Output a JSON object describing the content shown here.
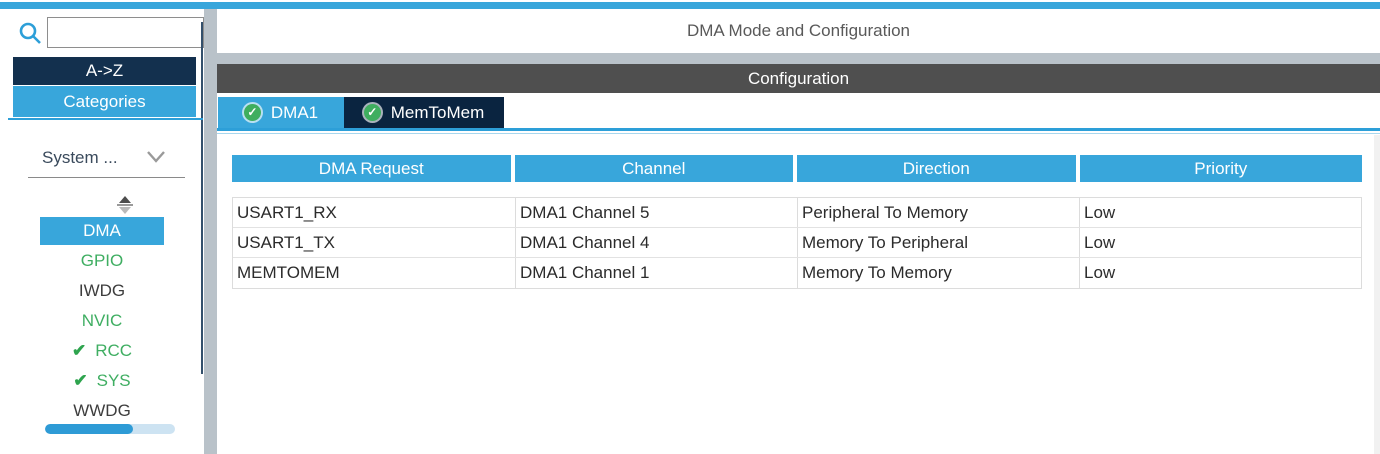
{
  "icons": {
    "tab_check": "✓",
    "item_check": "✔"
  },
  "colors": {
    "accent_blue": "#38a6db",
    "dark_navy": "#13304e",
    "tab_navy": "#0a2440",
    "config_gray": "#4f4f4f",
    "strip_gray": "#b9c2c9",
    "green_text": "#3fae62",
    "check_green": "#2ea44e",
    "progress_fill": "#2e9bd6",
    "progress_track": "#cde3f2"
  },
  "topbar": {
    "title": "DMA Mode and Configuration"
  },
  "sidebar": {
    "search": {
      "value": "",
      "placeholder": ""
    },
    "sort_button": "A->Z",
    "categories_button": "Categories",
    "category_dropdown": "System ...",
    "items": [
      {
        "label": "DMA",
        "state": "selected",
        "checked": false
      },
      {
        "label": "GPIO",
        "state": "green",
        "checked": false
      },
      {
        "label": "IWDG",
        "state": "normal",
        "checked": false
      },
      {
        "label": "NVIC",
        "state": "green",
        "checked": false
      },
      {
        "label": "RCC",
        "state": "green",
        "checked": true
      },
      {
        "label": "SYS",
        "state": "green",
        "checked": true
      },
      {
        "label": "WWDG",
        "state": "normal",
        "checked": false
      }
    ],
    "progress_percent": 68
  },
  "main": {
    "section_title": "Configuration",
    "tabs": [
      {
        "label": "DMA1",
        "active": true
      },
      {
        "label": "MemToMem",
        "active": false
      }
    ],
    "table": {
      "columns": [
        "DMA Request",
        "Channel",
        "Direction",
        "Priority"
      ],
      "rows": [
        [
          "USART1_RX",
          "DMA1 Channel 5",
          "Peripheral To Memory",
          "Low"
        ],
        [
          "USART1_TX",
          "DMA1 Channel 4",
          "Memory To Peripheral",
          "Low"
        ],
        [
          "MEMTOMEM",
          "DMA1 Channel 1",
          "Memory To Memory",
          "Low"
        ]
      ]
    }
  }
}
